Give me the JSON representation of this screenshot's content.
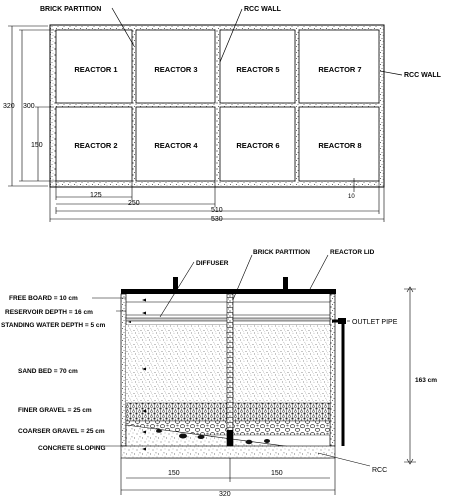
{
  "plan": {
    "brick_partition_label": "BRICK  PARTITION",
    "rcc_wall_top_label": "RCC WALL",
    "rcc_wall_right_label": "RCC WALL",
    "reactors": [
      "REACTOR 1",
      "REACTOR 3",
      "REACTOR 5",
      "REACTOR 7",
      "REACTOR 2",
      "REACTOR 4",
      "REACTOR 6",
      "REACTOR 8"
    ],
    "dims": {
      "height_outer": "320",
      "height_inner": "300",
      "height_cell": "150",
      "w_125": "125",
      "w_250": "250",
      "w_510": "510",
      "w_530": "530",
      "wall_10": "10"
    }
  },
  "section": {
    "diffuser_label": "DIFFUSER",
    "brick_partition_label": "BRICK PARTITION",
    "reactor_lid_label": "REACTOR LID",
    "free_board": "FREE BOARD = 10 cm",
    "reservoir_depth": "RESERVOIR DEPTH = 16 cm",
    "standing_water": "STANDING WATER DEPTH = 5 cm",
    "sand_bed": "SAND BED = 70 cm",
    "finer_gravel": "FINER GRAVEL = 25 cm",
    "coarser_gravel": "COARSER GRAVEL = 25 cm",
    "concrete_sloping": "CONCRETE SLOPING",
    "outlet_pipe": "OUTLET PIPE",
    "height": "163 cm",
    "rcc": "RCC",
    "w_left": "150",
    "w_right": "150",
    "w_total": "320"
  }
}
